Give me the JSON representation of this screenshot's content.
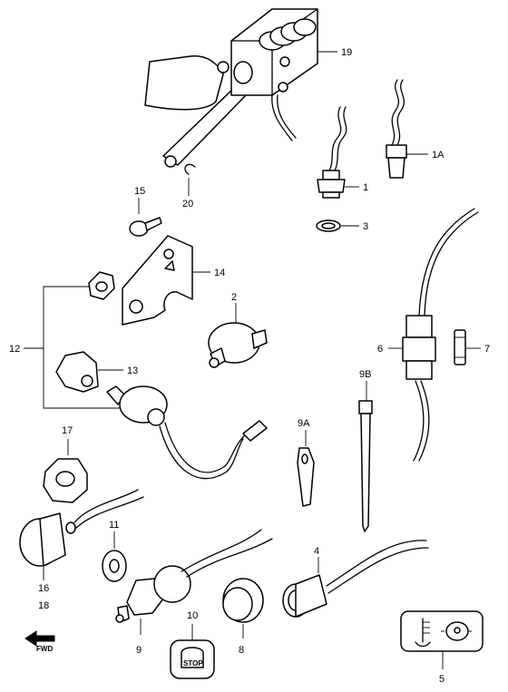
{
  "labels": {
    "p19": "19",
    "p20": "20",
    "p1": "1",
    "p1a": "1A",
    "p3": "3",
    "p15": "15",
    "p14": "14",
    "p2": "2",
    "p12": "12",
    "p13": "13",
    "p6": "6",
    "p7": "7",
    "p9b": "9B",
    "p9a": "9A",
    "p17": "17",
    "p11": "11",
    "p4": "4",
    "p16": "16",
    "p18": "18",
    "p10": "10",
    "p9": "9",
    "p8": "8",
    "p5": "5"
  },
  "stop_text": "STOP",
  "fwd_text": "FWD"
}
